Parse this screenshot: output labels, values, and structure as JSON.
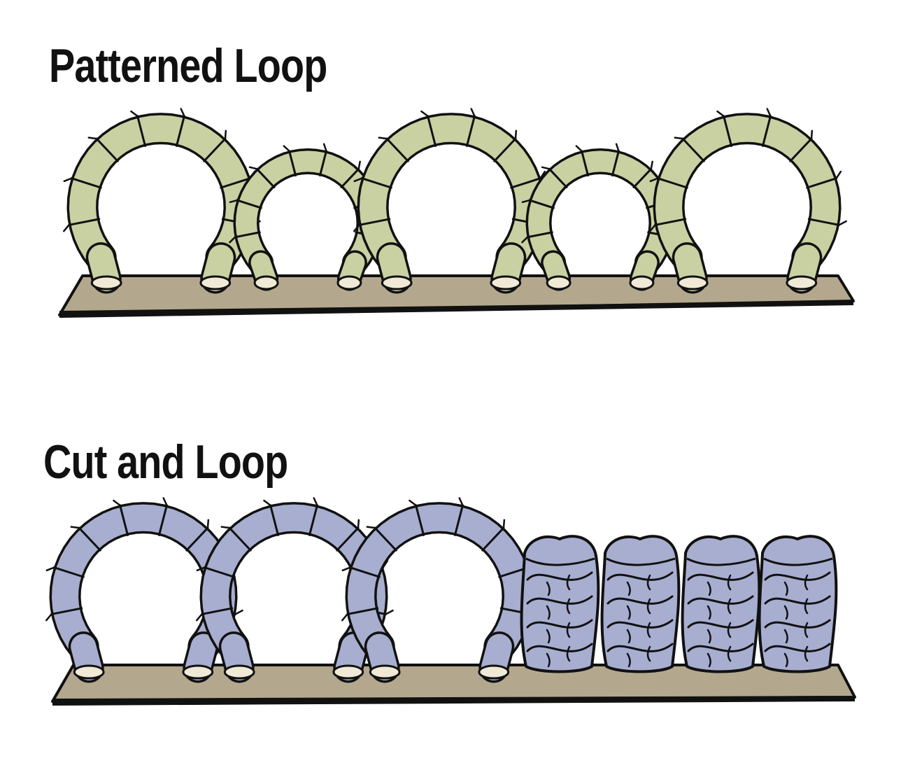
{
  "diagram": {
    "sections": [
      {
        "title": "Patterned Loop",
        "color": "#c9d0a2",
        "tufts": [
          {
            "kind": "loop",
            "size": "large"
          },
          {
            "kind": "loop",
            "size": "small"
          },
          {
            "kind": "loop",
            "size": "large"
          },
          {
            "kind": "loop",
            "size": "small"
          },
          {
            "kind": "loop",
            "size": "large"
          }
        ]
      },
      {
        "title": "Cut and Loop",
        "color": "#a8aed0",
        "tufts": [
          {
            "kind": "loop",
            "size": "large"
          },
          {
            "kind": "loop",
            "size": "large"
          },
          {
            "kind": "loop",
            "size": "large"
          },
          {
            "kind": "cut",
            "size": "large"
          },
          {
            "kind": "cut",
            "size": "large"
          },
          {
            "kind": "cut",
            "size": "large"
          },
          {
            "kind": "cut",
            "size": "large"
          }
        ]
      }
    ],
    "backing_color": "#b3a88e",
    "outline_color": "#111111"
  }
}
